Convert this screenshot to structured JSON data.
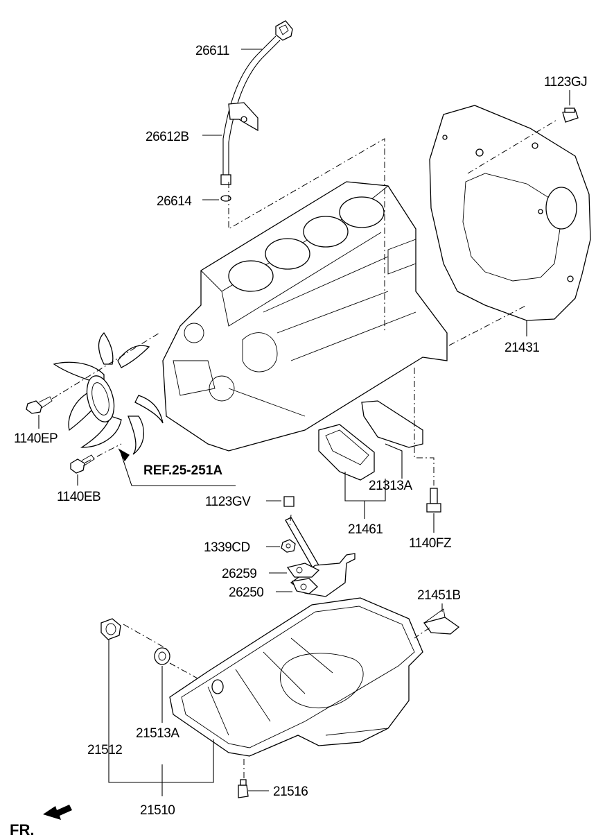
{
  "parts": {
    "p26611": "26611",
    "p26612B": "26612B",
    "p26614": "26614",
    "p1123GJ": "1123GJ",
    "p21431": "21431",
    "p1140EP": "1140EP",
    "p1140EB": "1140EB",
    "pREF": "REF.25-251A",
    "p21313A": "21313A",
    "p1123GV": "1123GV",
    "p21461": "21461",
    "p1140FZ": "1140FZ",
    "p1339CD": "1339CD",
    "p26259": "26259",
    "p26250": "26250",
    "p21451B": "21451B",
    "p21513A": "21513A",
    "p21512": "21512",
    "p21516": "21516",
    "p21510": "21510",
    "pFR": "FR."
  }
}
